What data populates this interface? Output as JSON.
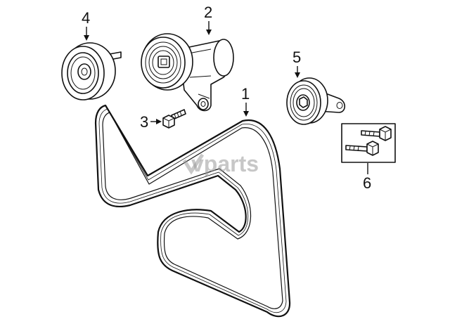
{
  "callouts": {
    "c1": "1",
    "c2": "2",
    "c3": "3",
    "c4": "4",
    "c5": "5",
    "c6": "6"
  },
  "watermark": {
    "text": "vparts"
  },
  "colors": {
    "line": "#111111",
    "watermark": "#9a9a9a",
    "background": "#ffffff"
  }
}
